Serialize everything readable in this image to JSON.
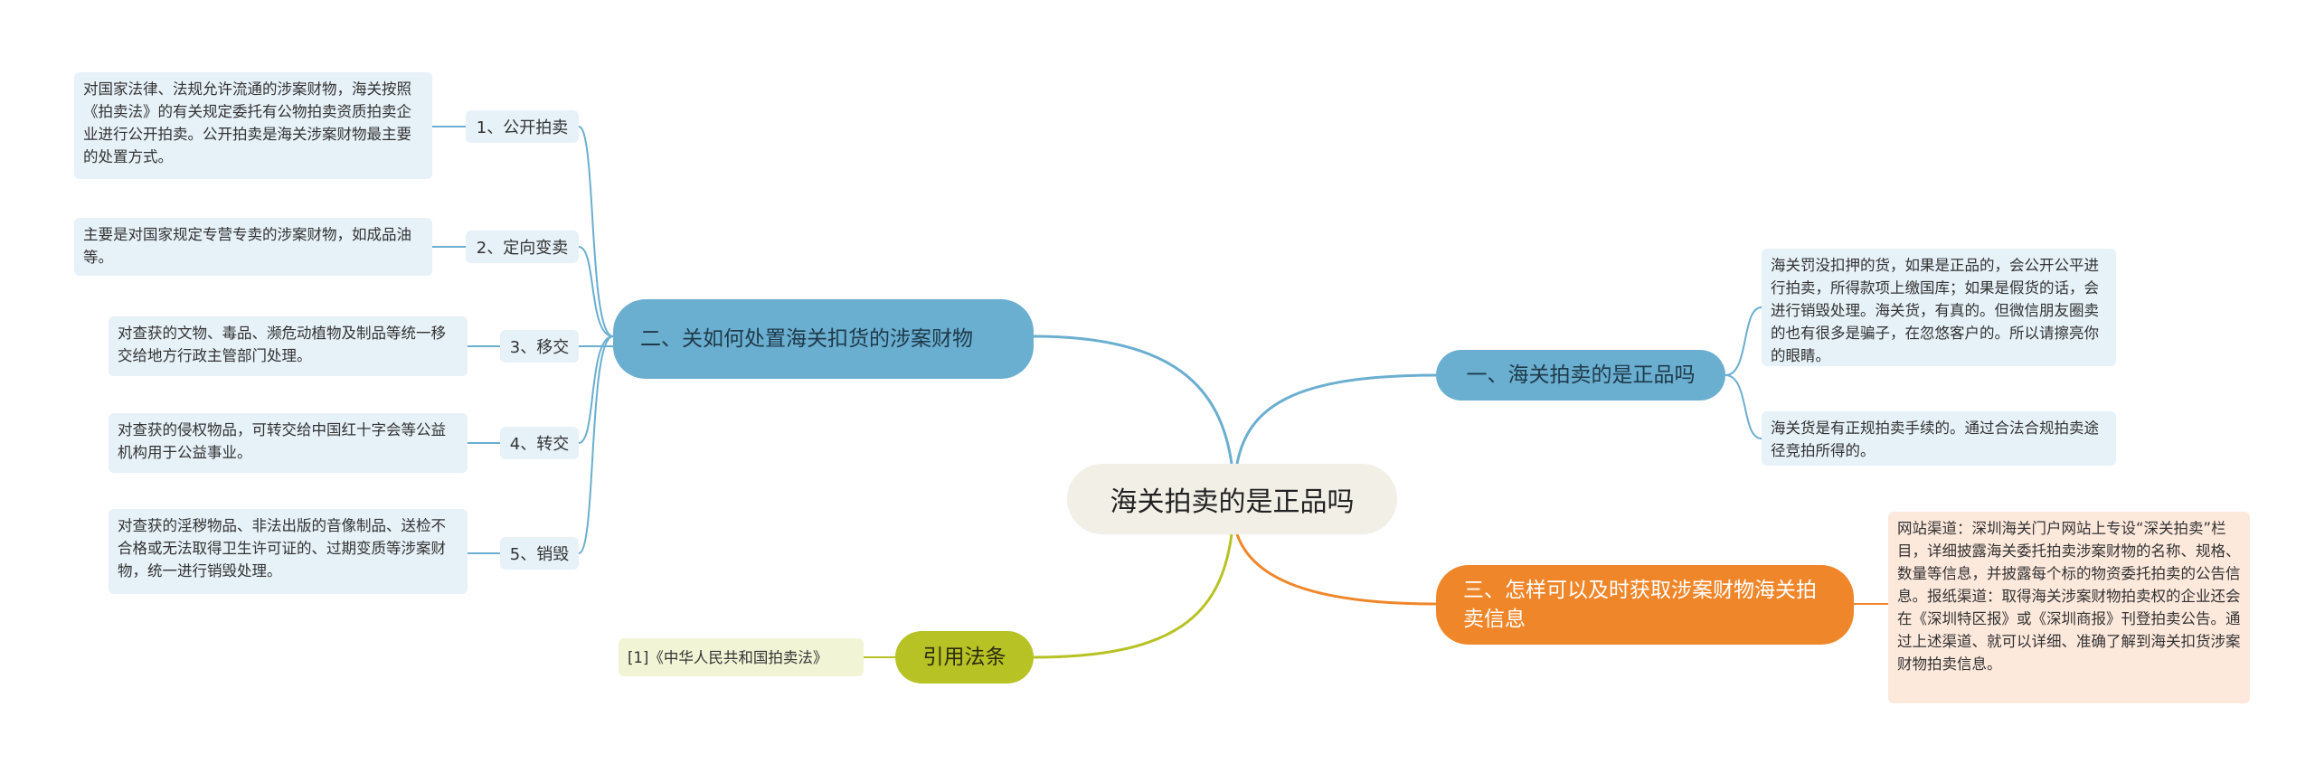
{
  "center": {
    "title": "海关拍卖的是正品吗"
  },
  "branches": {
    "one": {
      "label": "一、海关拍卖的是正品吗",
      "leaves": [
        "海关罚没扣押的货，如果是正品的，会公开公平进行拍卖，所得款项上缴国库；如果是假货的话，会进行销毁处理。海关货，有真的。但微信朋友圈卖的也有很多是骗子，在忽悠客户的。所以请擦亮你的眼睛。",
        "海关货是有正规拍卖手续的。通过合法合规拍卖途径竞拍所得的。"
      ]
    },
    "two": {
      "label": "二、关如何处置海关扣货的涉案财物",
      "items": [
        {
          "label": "1、公开拍卖",
          "leaf": "对国家法律、法规允许流通的涉案财物，海关按照《拍卖法》的有关规定委托有公物拍卖资质拍卖企业进行公开拍卖。公开拍卖是海关涉案财物最主要的处置方式。"
        },
        {
          "label": "2、定向变卖",
          "leaf": "主要是对国家规定专营专卖的涉案财物，如成品油等。"
        },
        {
          "label": "3、移交",
          "leaf": "对查获的文物、毒品、濒危动植物及制品等统一移交给地方行政主管部门处理。"
        },
        {
          "label": "4、转交",
          "leaf": "对查获的侵权物品，可转交给中国红十字会等公益机构用于公益事业。"
        },
        {
          "label": "5、销毁",
          "leaf": "对查获的淫秽物品、非法出版的音像制品、送检不合格或无法取得卫生许可证的、过期变质等涉案财物，统一进行销毁处理。"
        }
      ]
    },
    "three": {
      "label": "三、怎样可以及时获取涉案财物海关拍卖信息",
      "leaf": "网站渠道：深圳海关门户网站上专设“深关拍卖”栏目，详细披露海关委托拍卖涉案财物的名称、规格、数量等信息，并披露每个标的物资委托拍卖的公告信息。报纸渠道：取得海关涉案财物拍卖权的企业还会在《深圳特区报》或《深圳商报》刊登拍卖公告。通过上述渠道、就可以详细、准确了解到海关扣货涉案财物拍卖信息。"
    },
    "law": {
      "label": "引用法条",
      "leaf": "[1]《中华人民共和国拍卖法》"
    }
  },
  "colors": {
    "blue": "#6aaed0",
    "orange": "#f0862a",
    "green": "#b7c224",
    "center_bg": "#f1efe6"
  }
}
